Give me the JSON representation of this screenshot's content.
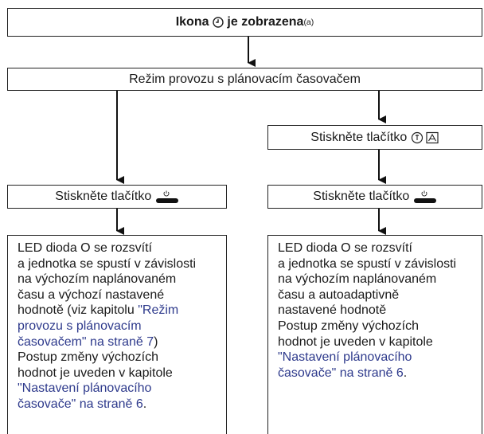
{
  "top_box": {
    "pre": "Ikona",
    "post": "je zobrazena",
    "footnote": "(a)"
  },
  "mode_box": {
    "label": "Režim provozu s plánovacím časovačem"
  },
  "right_press_mode_box": {
    "label": "Stiskněte tlačítko"
  },
  "left_press_power_box": {
    "label": "Stiskněte tlačítko"
  },
  "right_press_power_box": {
    "label": "Stiskněte tlačítko"
  },
  "left_result": {
    "lines": [
      "LED dioda O se rozsvítí",
      "a jednotka se spustí v závislosti",
      "na výchozím naplánovaném",
      "času a výchozí nastavené",
      "hodnotě (viz kapitolu "
    ],
    "link1_line1": "\"Režim",
    "link1_line2": "provozu s plánovacím",
    "link1_line3": "časovačem\" na straně 7",
    "after_link1": ")",
    "text2_line1": "Postup změny výchozích",
    "text2_line2": "hodnot je uveden v kapitole",
    "link2_line1": "\"Nastavení plánovacího",
    "link2_line2": "časovače\" na straně 6",
    "end": "."
  },
  "right_result": {
    "lines": [
      "LED dioda O se rozsvítí",
      "a jednotka se spustí v závislosti",
      "na výchozím naplánovaném",
      "času a autoadaptivně",
      "nastavené hodnotě",
      "Postup změny výchozích",
      "hodnot je uveden v kapitole"
    ],
    "link_line1": "\"Nastavení plánovacího",
    "link_line2": "časovače\" na straně 6",
    "end": "."
  },
  "icons": [
    "clock-icon",
    "power-button-icon",
    "mode-button-icon"
  ]
}
